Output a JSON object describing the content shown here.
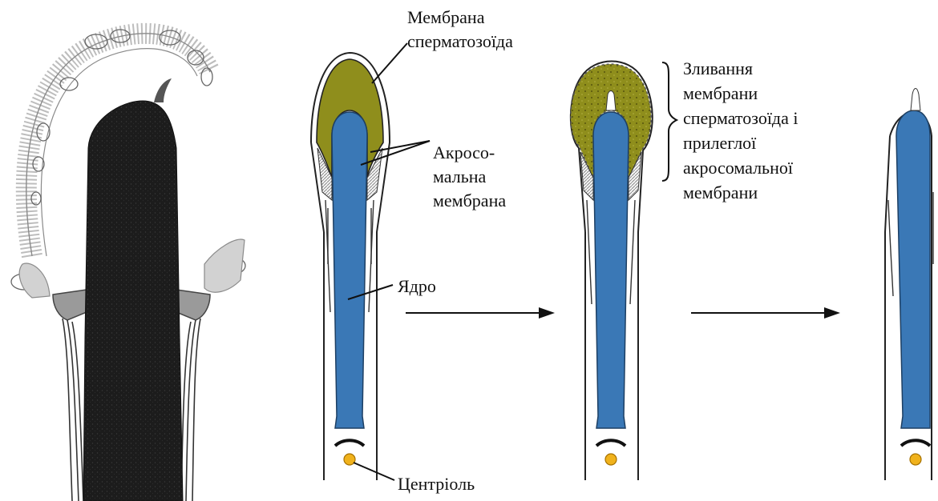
{
  "labels": {
    "sperm_membrane": [
      "Мембрана",
      "сперматозоїда"
    ],
    "acrosomal_membrane": [
      "Акросо-",
      "мальна",
      "мембрана"
    ],
    "nucleus": "Ядро",
    "centriole": "Центріоль",
    "fusion": [
      "Зливання",
      "мембрани",
      "сперматозоїда і",
      "прилеглої",
      "акросомальної",
      "мембрани"
    ]
  },
  "colors": {
    "nucleus_blue": "#3a78b6",
    "acrosome_olive": "#8f8e1c",
    "centriole_yellow": "#f0b21c",
    "ink": "#111111",
    "micrograph_dark": "#1c1c1c"
  }
}
